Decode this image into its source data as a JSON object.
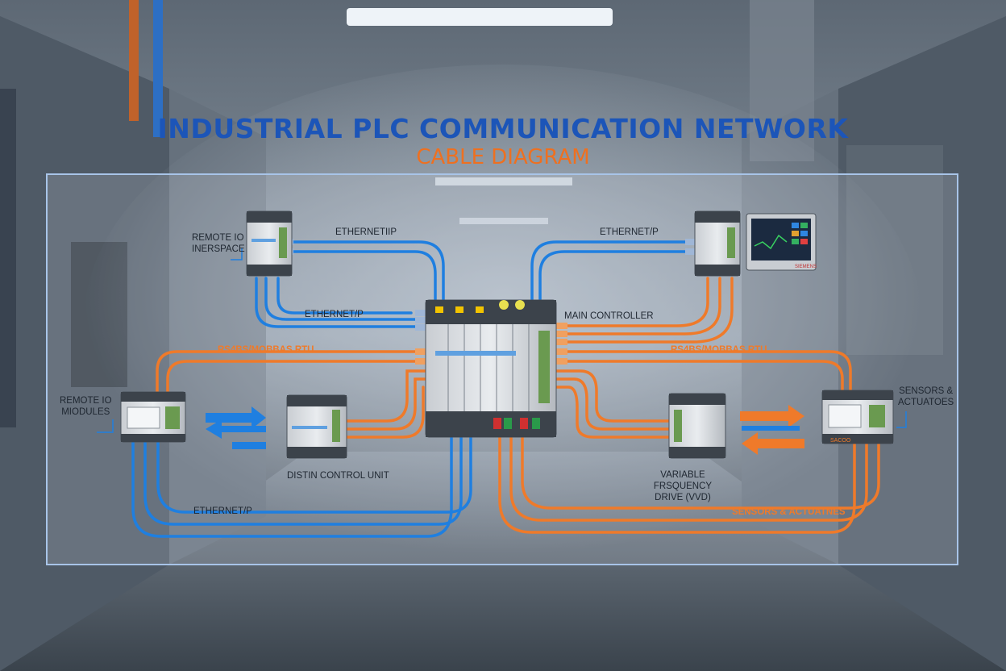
{
  "title": "INDUSTRIAL PLC COMMUNICATION NETWORK",
  "subtitle": "CABLE DIAGRAM",
  "labels": {
    "remote_io_interface": "REMOTE IO\nINERSPACE",
    "remote_io_modules": "REMOTE IO\nMIODULES",
    "ethernet_top_left": "ETHERNETIIP",
    "ethernet_top_right": "ETHERNET/P",
    "ethernet_mid_left": "ETHERNET/P",
    "ethernet_bottom": "ETHERNET/P",
    "main_controller": "MAIN CONTROLLER",
    "rs485_left": "RS4BS/MOBBAS RTU",
    "rs485_right": "RS4BS/MOBBAS RTU",
    "distin_control_unit": "DISTIN CONTROL UNIT",
    "vfd": "VARIABLE FRSQUENCY\nDRIVE (VVD)",
    "sensors_right": "SENSORS &\nACTUATOES",
    "sensors_bottom": "SENSORS & ACTUATNES",
    "hmi_brand": "SIEMENS",
    "io_brand": "SACOO"
  },
  "colors": {
    "ethernet": "#1f7fe0",
    "serial": "#ef7a2a",
    "title": "#1c55b8",
    "subtitle": "#ee7020",
    "panel_border": "#a8c4e8"
  },
  "icons": [
    "arrow-right-icon",
    "arrow-left-icon"
  ]
}
